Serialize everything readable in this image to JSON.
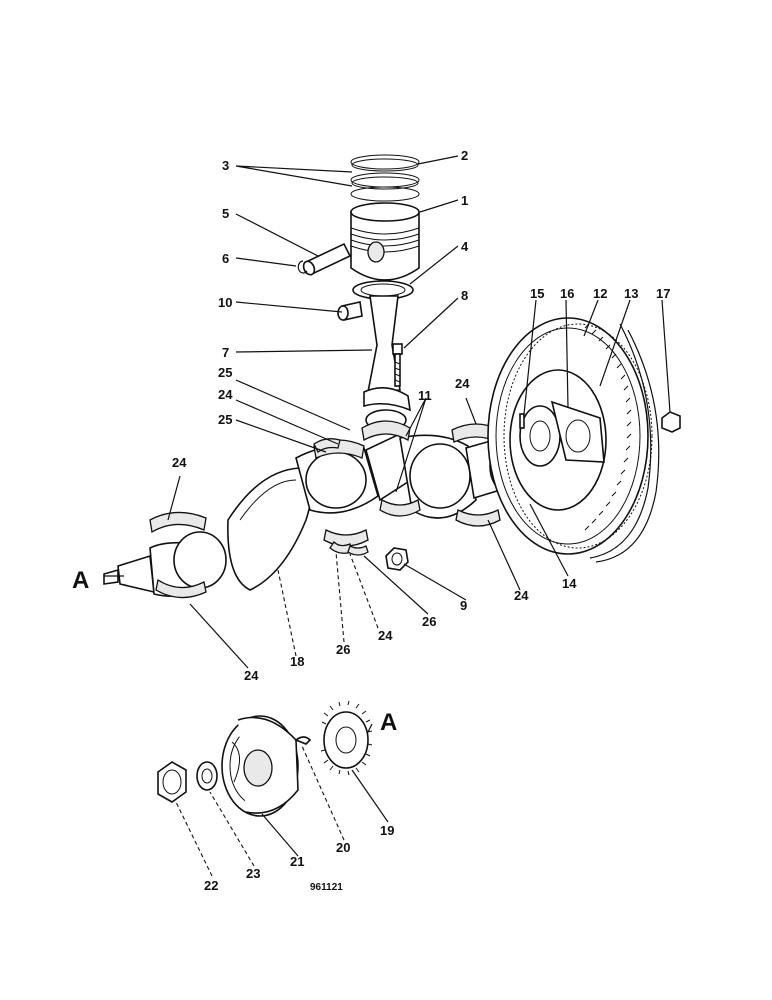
{
  "callouts": {
    "c1": "1",
    "c2": "2",
    "c3": "3",
    "c4": "4",
    "c5": "5",
    "c6": "6",
    "c7": "7",
    "c8": "8",
    "c9": "9",
    "c10": "10",
    "c11": "11",
    "c12": "12",
    "c13": "13",
    "c14": "14",
    "c15": "15",
    "c16": "16",
    "c17": "17",
    "c18": "18",
    "c19": "19",
    "c20": "20",
    "c21": "21",
    "c22": "22",
    "c23": "23",
    "c24a": "24",
    "c24b": "24",
    "c24c": "24",
    "c24d": "24",
    "c24e": "24",
    "c24f": "24",
    "c25a": "25",
    "c25b": "25",
    "c26a": "26",
    "c26b": "26"
  },
  "view_markers": {
    "left": "A",
    "right": "A"
  },
  "reference_number": "961121"
}
